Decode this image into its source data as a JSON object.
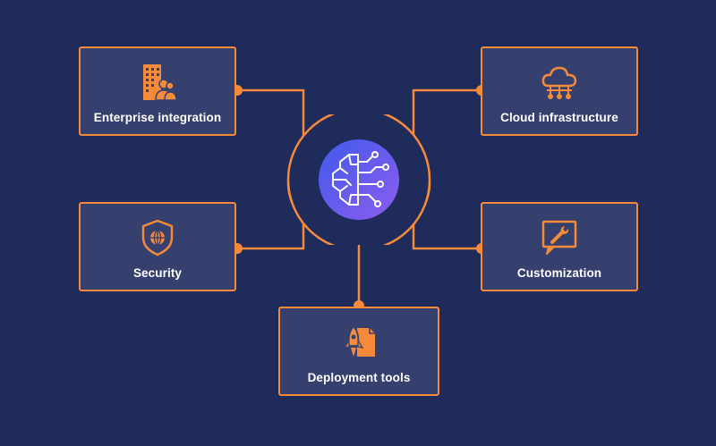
{
  "colors": {
    "background": "#1f2b5a",
    "card": "#35406e",
    "accent": "#f58a3a",
    "hub_gradient_start": "#3f5bea",
    "hub_gradient_end": "#8e5cf0"
  },
  "hub": {
    "icon": "ai-brain-circuit-icon"
  },
  "nodes": {
    "enterprise": {
      "label": "Enterprise integration",
      "icon": "office-building-users-icon"
    },
    "cloud": {
      "label": "Cloud infrastructure",
      "icon": "cloud-network-icon"
    },
    "security": {
      "label": "Security",
      "icon": "shield-globe-icon"
    },
    "customization": {
      "label": "Customization",
      "icon": "wrench-board-icon"
    },
    "deployment": {
      "label": "Deployment tools",
      "icon": "rocket-document-icon"
    }
  }
}
